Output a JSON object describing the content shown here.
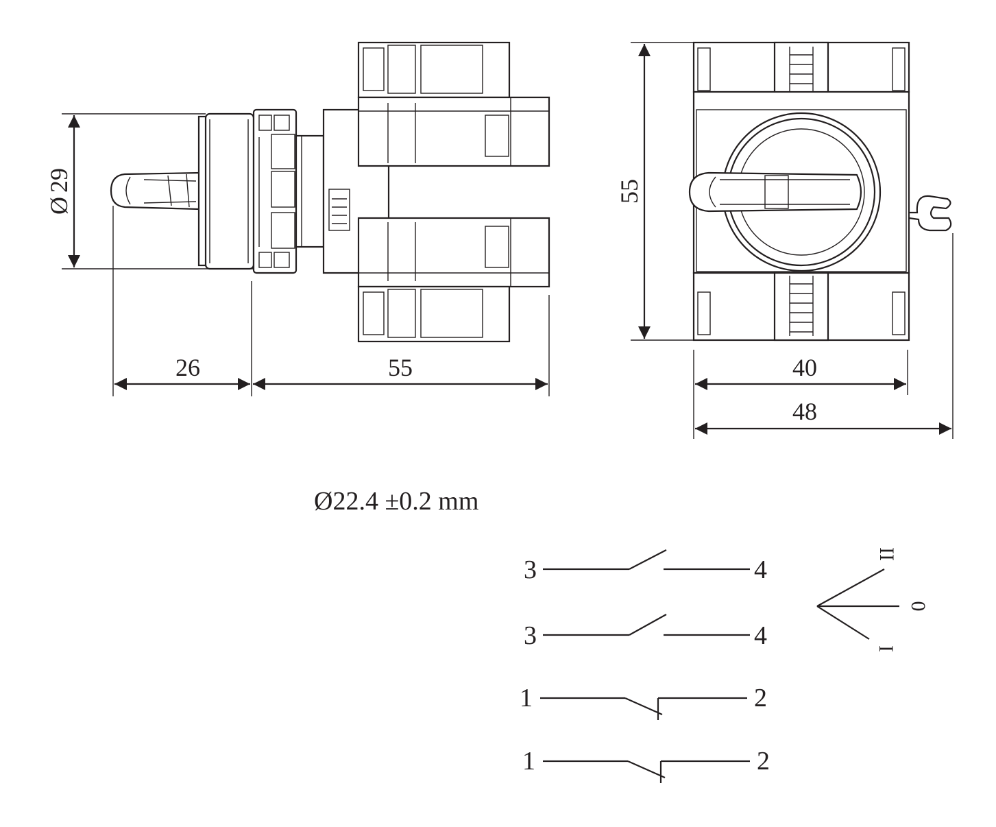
{
  "dimensions": {
    "diameter": "29",
    "diameter_symbol": "Ø",
    "actuator_length": "26",
    "body_depth": "55",
    "height": "55",
    "width_inner": "40",
    "width_overall": "48"
  },
  "mounting_hole": "Ø22.4 ±0.2 mm",
  "contact_diagram": {
    "contacts": [
      {
        "left": "3",
        "right": "4",
        "type": "NO"
      },
      {
        "left": "3",
        "right": "4",
        "type": "NO"
      },
      {
        "left": "1",
        "right": "2",
        "type": "NC"
      },
      {
        "left": "1",
        "right": "2",
        "type": "NC"
      }
    ],
    "positions": [
      "I",
      "0",
      "II"
    ]
  },
  "colors": {
    "line": "#231f20",
    "background": "#ffffff"
  }
}
